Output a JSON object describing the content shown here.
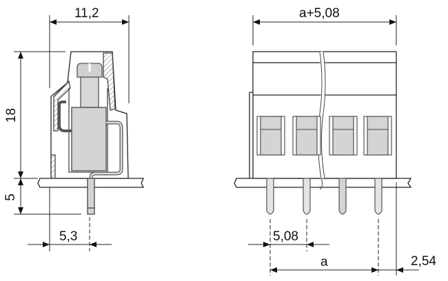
{
  "drawing": {
    "type": "terminal-block-dimension-drawing",
    "views": [
      "side-section-view",
      "front-view"
    ],
    "colors": {
      "line": "#222222",
      "fill_gray": "#d4d4d4",
      "hatch": "#555555",
      "background": "#ffffff"
    },
    "side_view": {
      "dim_width": "11,2",
      "dim_height": "18",
      "dim_pin_length": "5",
      "dim_pin_offset": "5,3"
    },
    "front_view": {
      "dim_total_width": "a+5,08",
      "dim_pitch": "5,08",
      "dim_a": "a",
      "dim_edge_offset": "2,54",
      "pole_count_shown": 4
    }
  }
}
